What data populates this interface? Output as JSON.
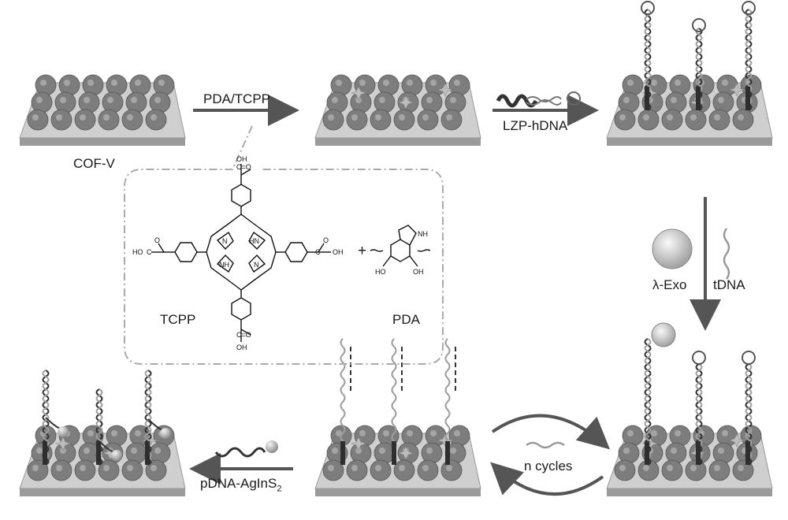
{
  "labels": {
    "cof": "COF-V",
    "pda_tcpp": "PDA/TCPP",
    "lzp_hdna": "LZP-hDNA",
    "lambda_exo": "λ-Exo",
    "tdna": "tDNA",
    "n_cycles": "n cycles",
    "pdna_prefix": "pDNA-AgInS",
    "pdna_sub": "2",
    "tcpp": "TCPP",
    "pda": "PDA",
    "plus": "+"
  },
  "chem": {
    "cooh": "C=O",
    "oh": "OH",
    "hooc_left": "HO",
    "c_left": "C",
    "o": "O",
    "nh": "NH",
    "hn": "HN",
    "n": "N",
    "ho": "HO"
  },
  "colors": {
    "arrow": "#555555",
    "substrate_top": "#c9c9c9",
    "substrate_side": "#9a9a9a",
    "sphere": "#8a8a8a",
    "dna_dark": "#2e2e2e",
    "dna_light": "#9e9e9e"
  }
}
